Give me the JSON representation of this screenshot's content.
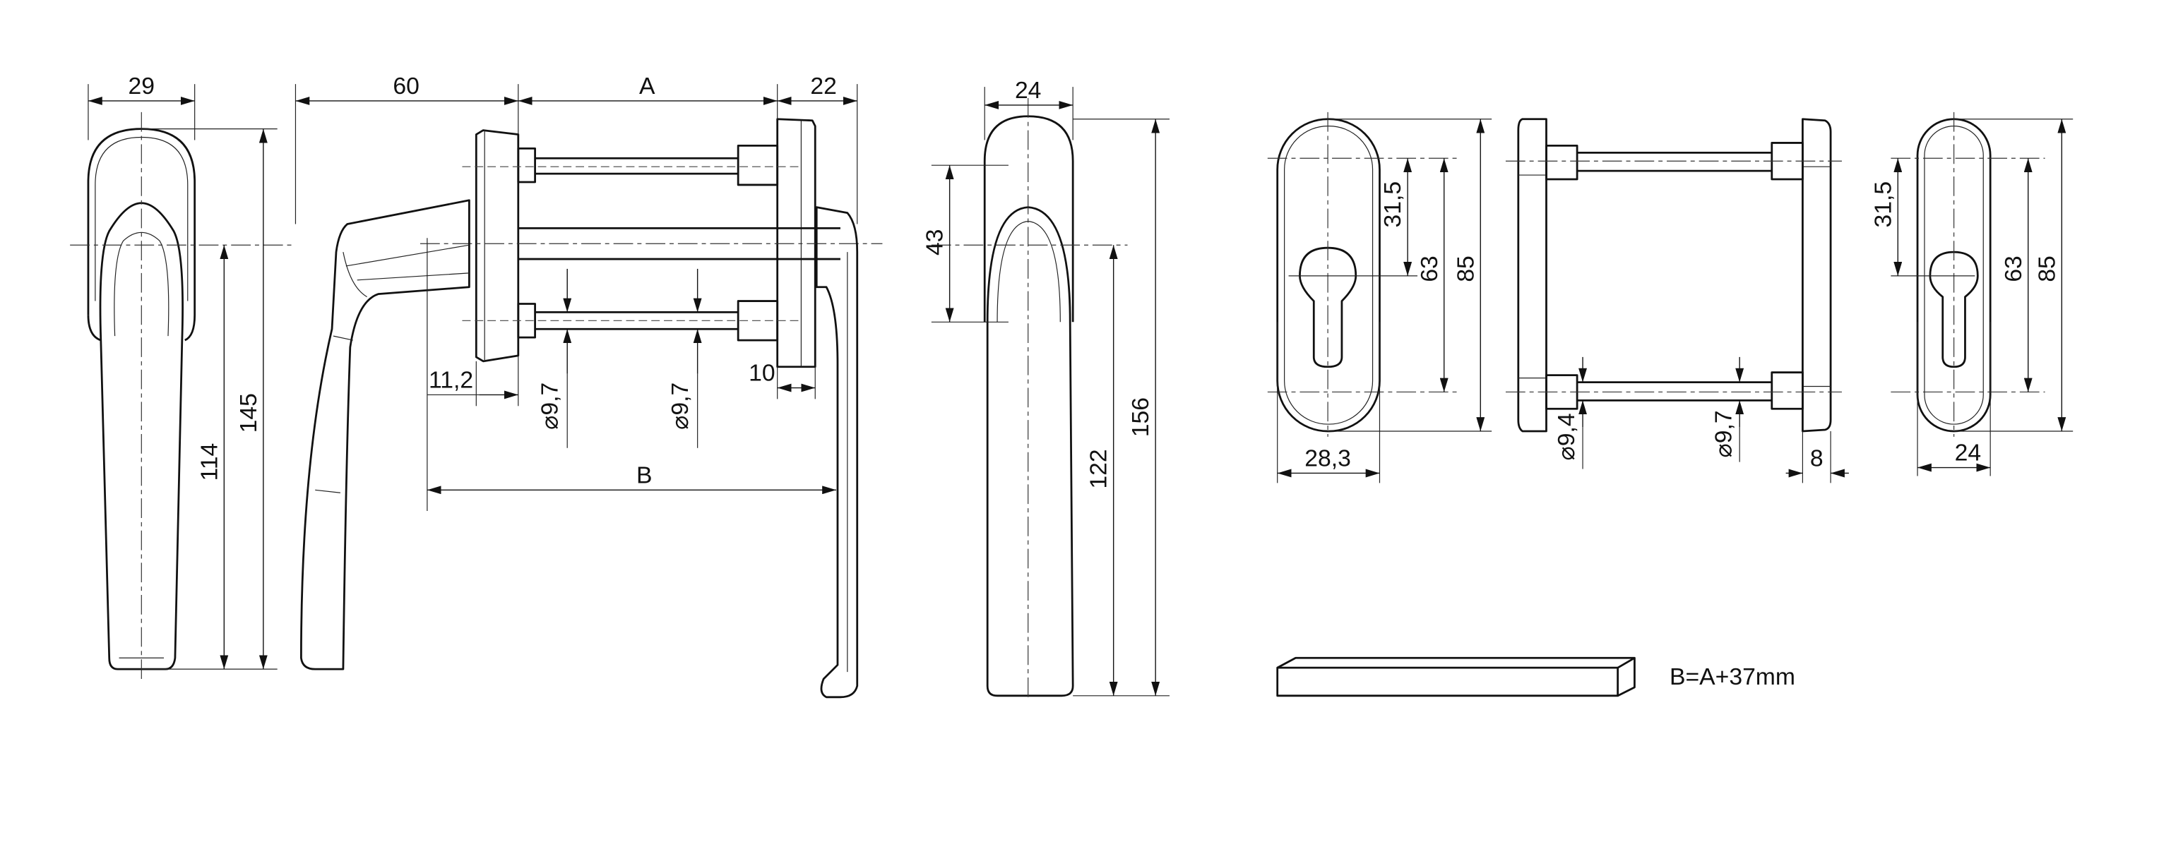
{
  "drawing": {
    "handle_front_view": {
      "width": "29",
      "height_total": "145",
      "height_lever": "114"
    },
    "handle_side_view": {
      "lever_projection": "60",
      "door_thickness": "A",
      "rose_depth": "22",
      "rose_offset_left": "11,2",
      "rose_offset_right": "10",
      "screw_diameter_left": "⌀9,7",
      "screw_diameter_right": "⌀9,7",
      "lever_span": "B"
    },
    "handle_side_view_2": {
      "width": "24",
      "spindle_height": "43",
      "lever_height": "122",
      "total_height": "156"
    },
    "escutcheon_front": {
      "width": "28,3",
      "offset": "31,5",
      "screw_spacing": "63",
      "height": "85"
    },
    "escutcheon_side": {
      "screw_diameter_left": "⌀9,4",
      "screw_diameter_right": "⌀9,7",
      "plate_depth": "8"
    },
    "escutcheon_back": {
      "width": "24",
      "offset": "31,5",
      "screw_spacing": "63",
      "height": "85"
    },
    "formula": "B=A+37mm"
  }
}
